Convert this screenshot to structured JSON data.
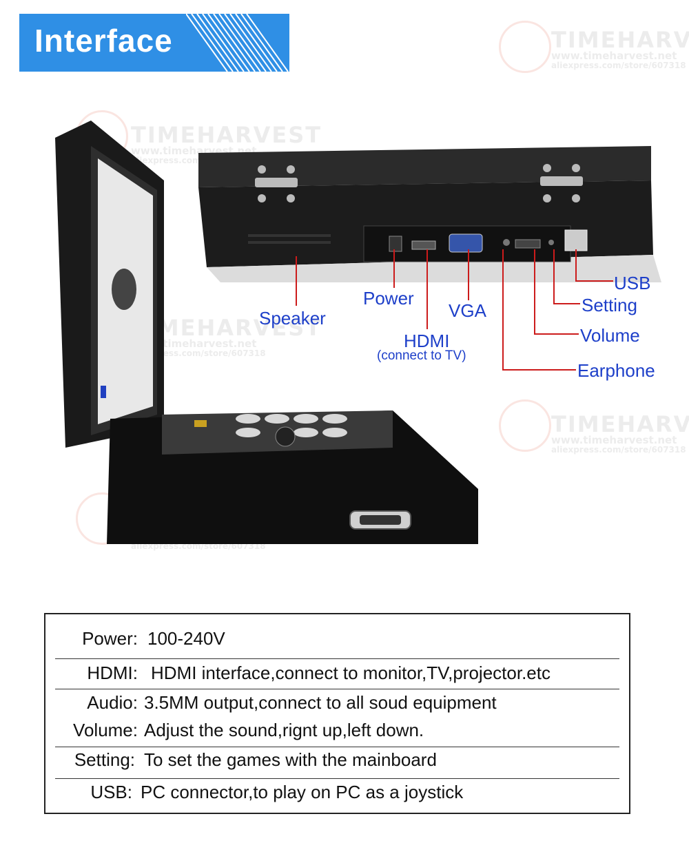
{
  "banner": {
    "title": "Interface"
  },
  "watermark": {
    "brand": "TIMEHARVEST",
    "site": "www.timeharvest.net",
    "store": "aliexpress.com/store/607318"
  },
  "callouts": {
    "speaker": "Speaker",
    "power": "Power",
    "vga": "VGA",
    "hdmi": "HDMI",
    "hdmi_note": "(connect to TV)",
    "usb": "USB",
    "setting": "Setting",
    "volume": "Volume",
    "earphone": "Earphone"
  },
  "specs": [
    {
      "label": "Power:",
      "value": "100-240V"
    },
    {
      "label": "HDMI:",
      "value": "HDMI interface,connect to monitor,TV,projector.etc"
    },
    {
      "label": "Audio:",
      "value": "3.5MM output,connect to all soud equipment"
    },
    {
      "label": "Volume:",
      "value": "Adjust the sound,rignt up,left down."
    },
    {
      "label": "Setting:",
      "value": "To set the games with the mainboard"
    },
    {
      "label": "USB:",
      "value": "PC connector,to play on PC as a joystick"
    }
  ],
  "colors": {
    "banner": "#2f8fe5",
    "callout": "#1d3fc9",
    "leader": "#cc1b1b"
  }
}
